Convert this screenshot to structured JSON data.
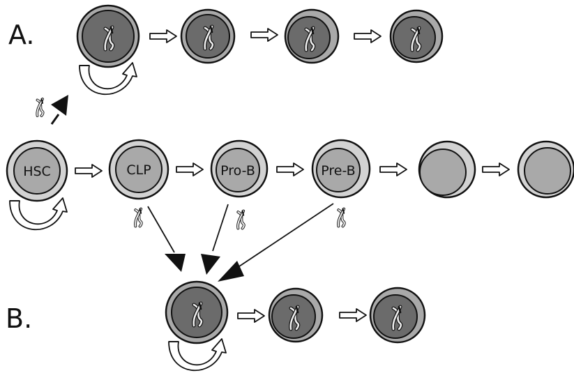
{
  "panels": {
    "a_label": "A.",
    "b_label": "B."
  },
  "cells": {
    "hsc": "HSC",
    "clp": "CLP",
    "pro_b": "Pro-B",
    "pre_b": "Pre-B"
  },
  "colors": {
    "outline": "#111111",
    "light_ring": "#d2d2d2",
    "mid_gray": "#a9a9a9",
    "dark_nucleus": "#6b6b6b",
    "gene_pale": "#eeeeee"
  },
  "icons": {
    "chromosome": "chromosome-icon",
    "self_renewal": "self-renewal-arrow-icon",
    "step_arrow": "hollow-arrow-icon",
    "conversion_arrow": "black-arrowhead-icon"
  }
}
